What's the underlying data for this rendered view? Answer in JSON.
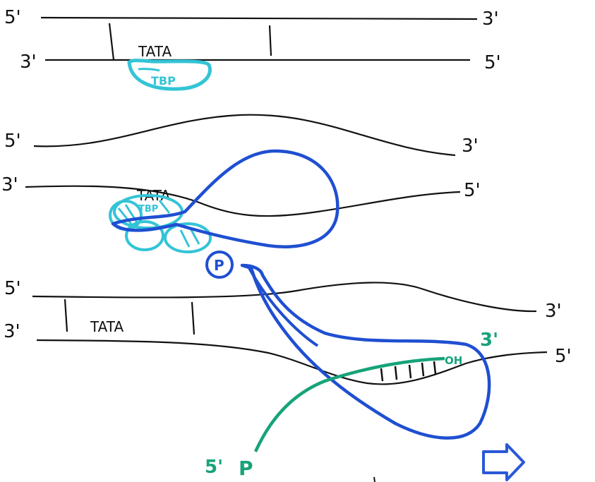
{
  "colors": {
    "dna": "#111111",
    "tbp": "#33c4d6",
    "polymerase": "#1f4fd1",
    "rna": "#17a37a",
    "arrow": "#2a58d8"
  },
  "panel1": {
    "top_left": "5'",
    "top_right": "3'",
    "bottom_left": "3'",
    "bottom_right": "5'",
    "tata": "TATA",
    "tbp": "TBP"
  },
  "panel2": {
    "top_left": "5'",
    "top_right": "3'",
    "bottom_left": "3'",
    "bottom_right": "5'",
    "tata": "TATA",
    "tbp": "TBP"
  },
  "panel3": {
    "top_left": "5'",
    "top_right": "3'",
    "bottom_left": "3'",
    "bottom_right": "5'",
    "tata": "TATA",
    "phosphate": "P",
    "rna_oh": "OH",
    "rna_3": "3'",
    "rna_5": "5'",
    "rna_p": "P"
  },
  "icons": {
    "direction_arrow": "arrow-right-icon"
  }
}
